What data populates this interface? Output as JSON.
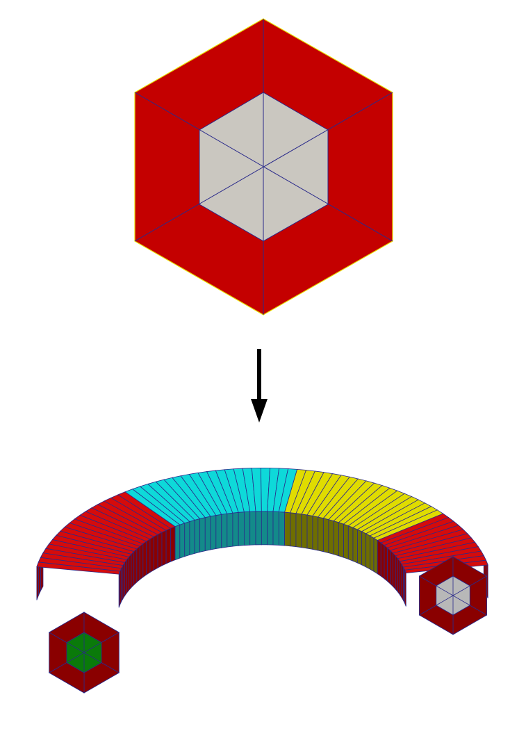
{
  "colors": {
    "background": "#ffffff",
    "outer_ring": "#c40000",
    "outer_ring_dark": "#8a0000",
    "inner_core": "#cac7c0",
    "mesh_line": "#2a2a8a",
    "outline": "#e8e000",
    "arrow": "#000000",
    "segment_red": "#d50b0b",
    "segment_cyan": "#0ed9d9",
    "segment_cyan_side": "#138a8a",
    "segment_yellow": "#e0dc00",
    "segment_yellow_side": "#6e6e00",
    "end_cap_left_core": "#0a7a0a",
    "end_cap_right_core": "#b8b8b8"
  },
  "diagram": {
    "top_shape": "hexagonal-cross-section",
    "arrow_direction": "down",
    "bottom_shape": "swept-hexagonal-torus-segment"
  }
}
